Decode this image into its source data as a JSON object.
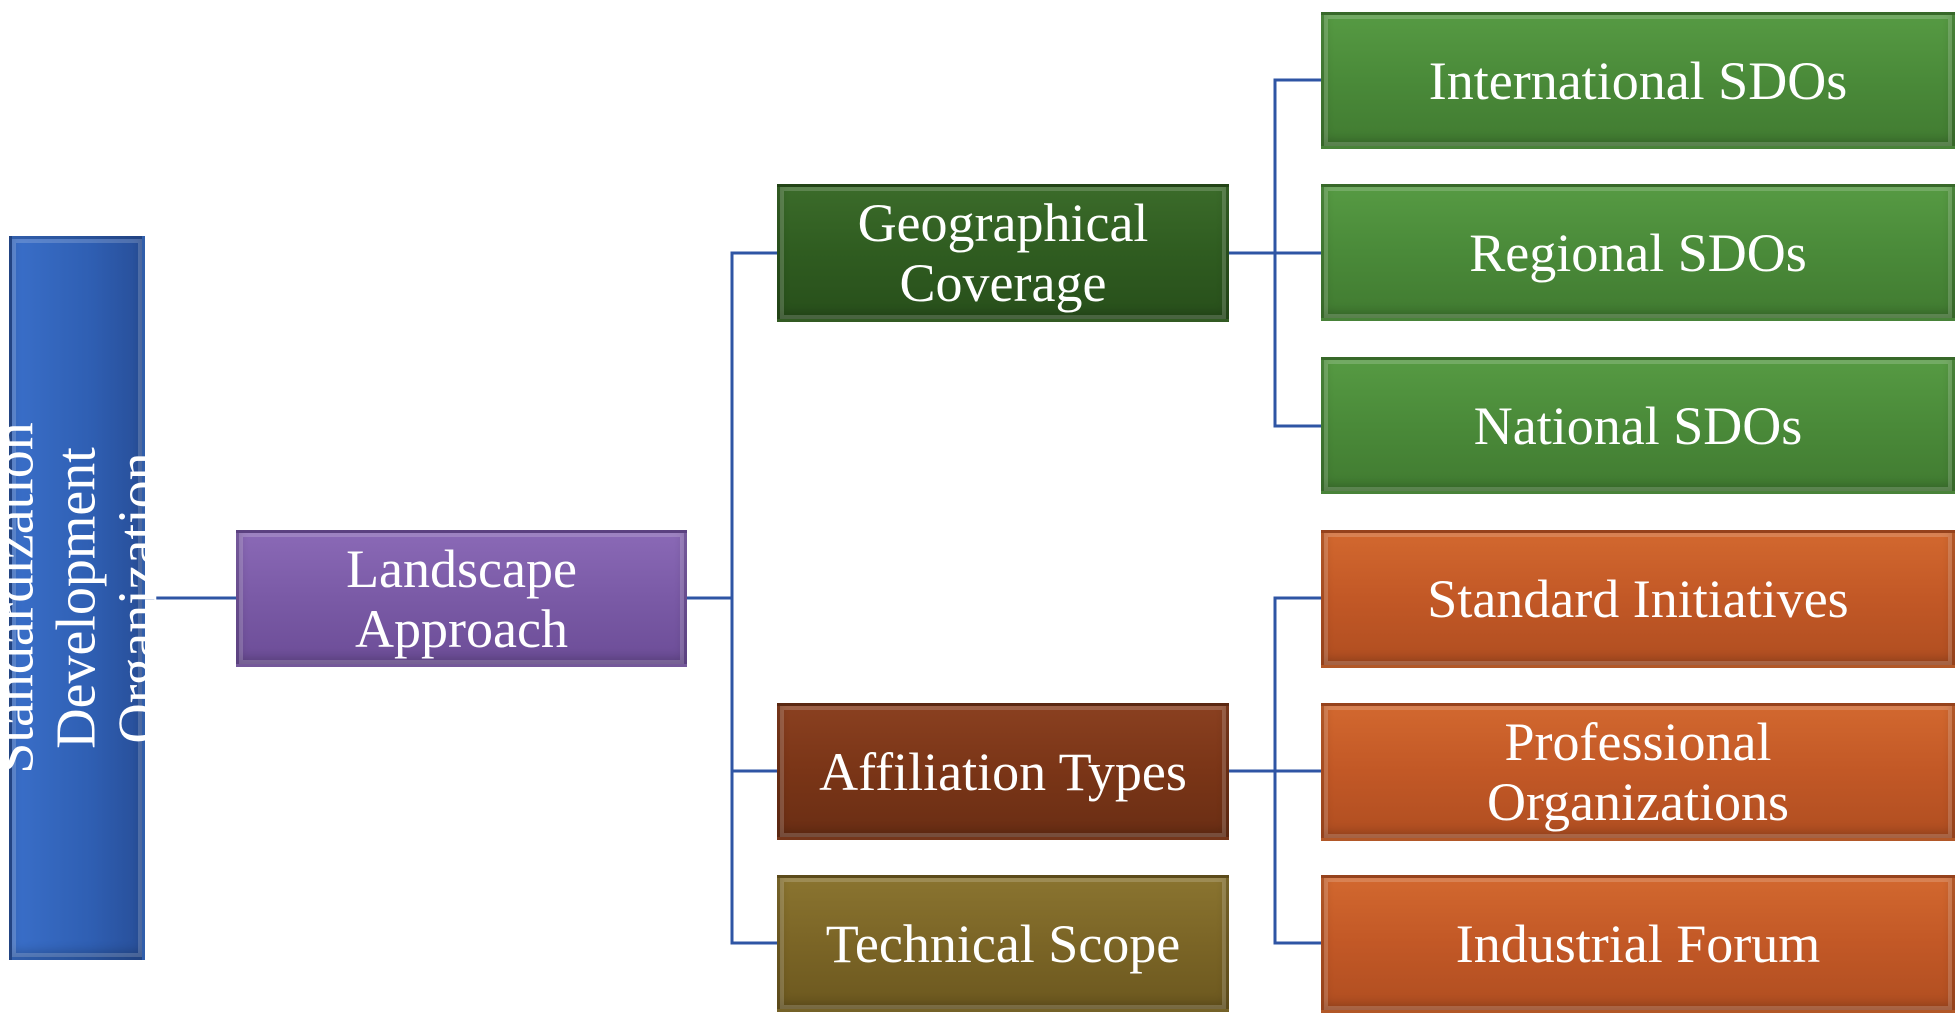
{
  "diagram": {
    "root": "Standardization\nDevelopment Organization",
    "level1": "Landscape\nApproach",
    "level2": {
      "geographical": "Geographical\nCoverage",
      "affiliation": "Affiliation Types",
      "technical": "Technical Scope"
    },
    "geographical_children": [
      "International SDOs",
      "Regional SDOs",
      "National SDOs"
    ],
    "affiliation_children": [
      "Standard Initiatives",
      "Professional\nOrganizations",
      "Industrial Forum"
    ]
  },
  "colors": {
    "root": "#2f5fb3",
    "landscape": "#7a5aa6",
    "geographical": "#2f5c20",
    "affiliation": "#7a3517",
    "technical": "#7b6526",
    "green_children": "#4a8a39",
    "orange_children": "#c25826",
    "connector": "#2f55a4"
  }
}
